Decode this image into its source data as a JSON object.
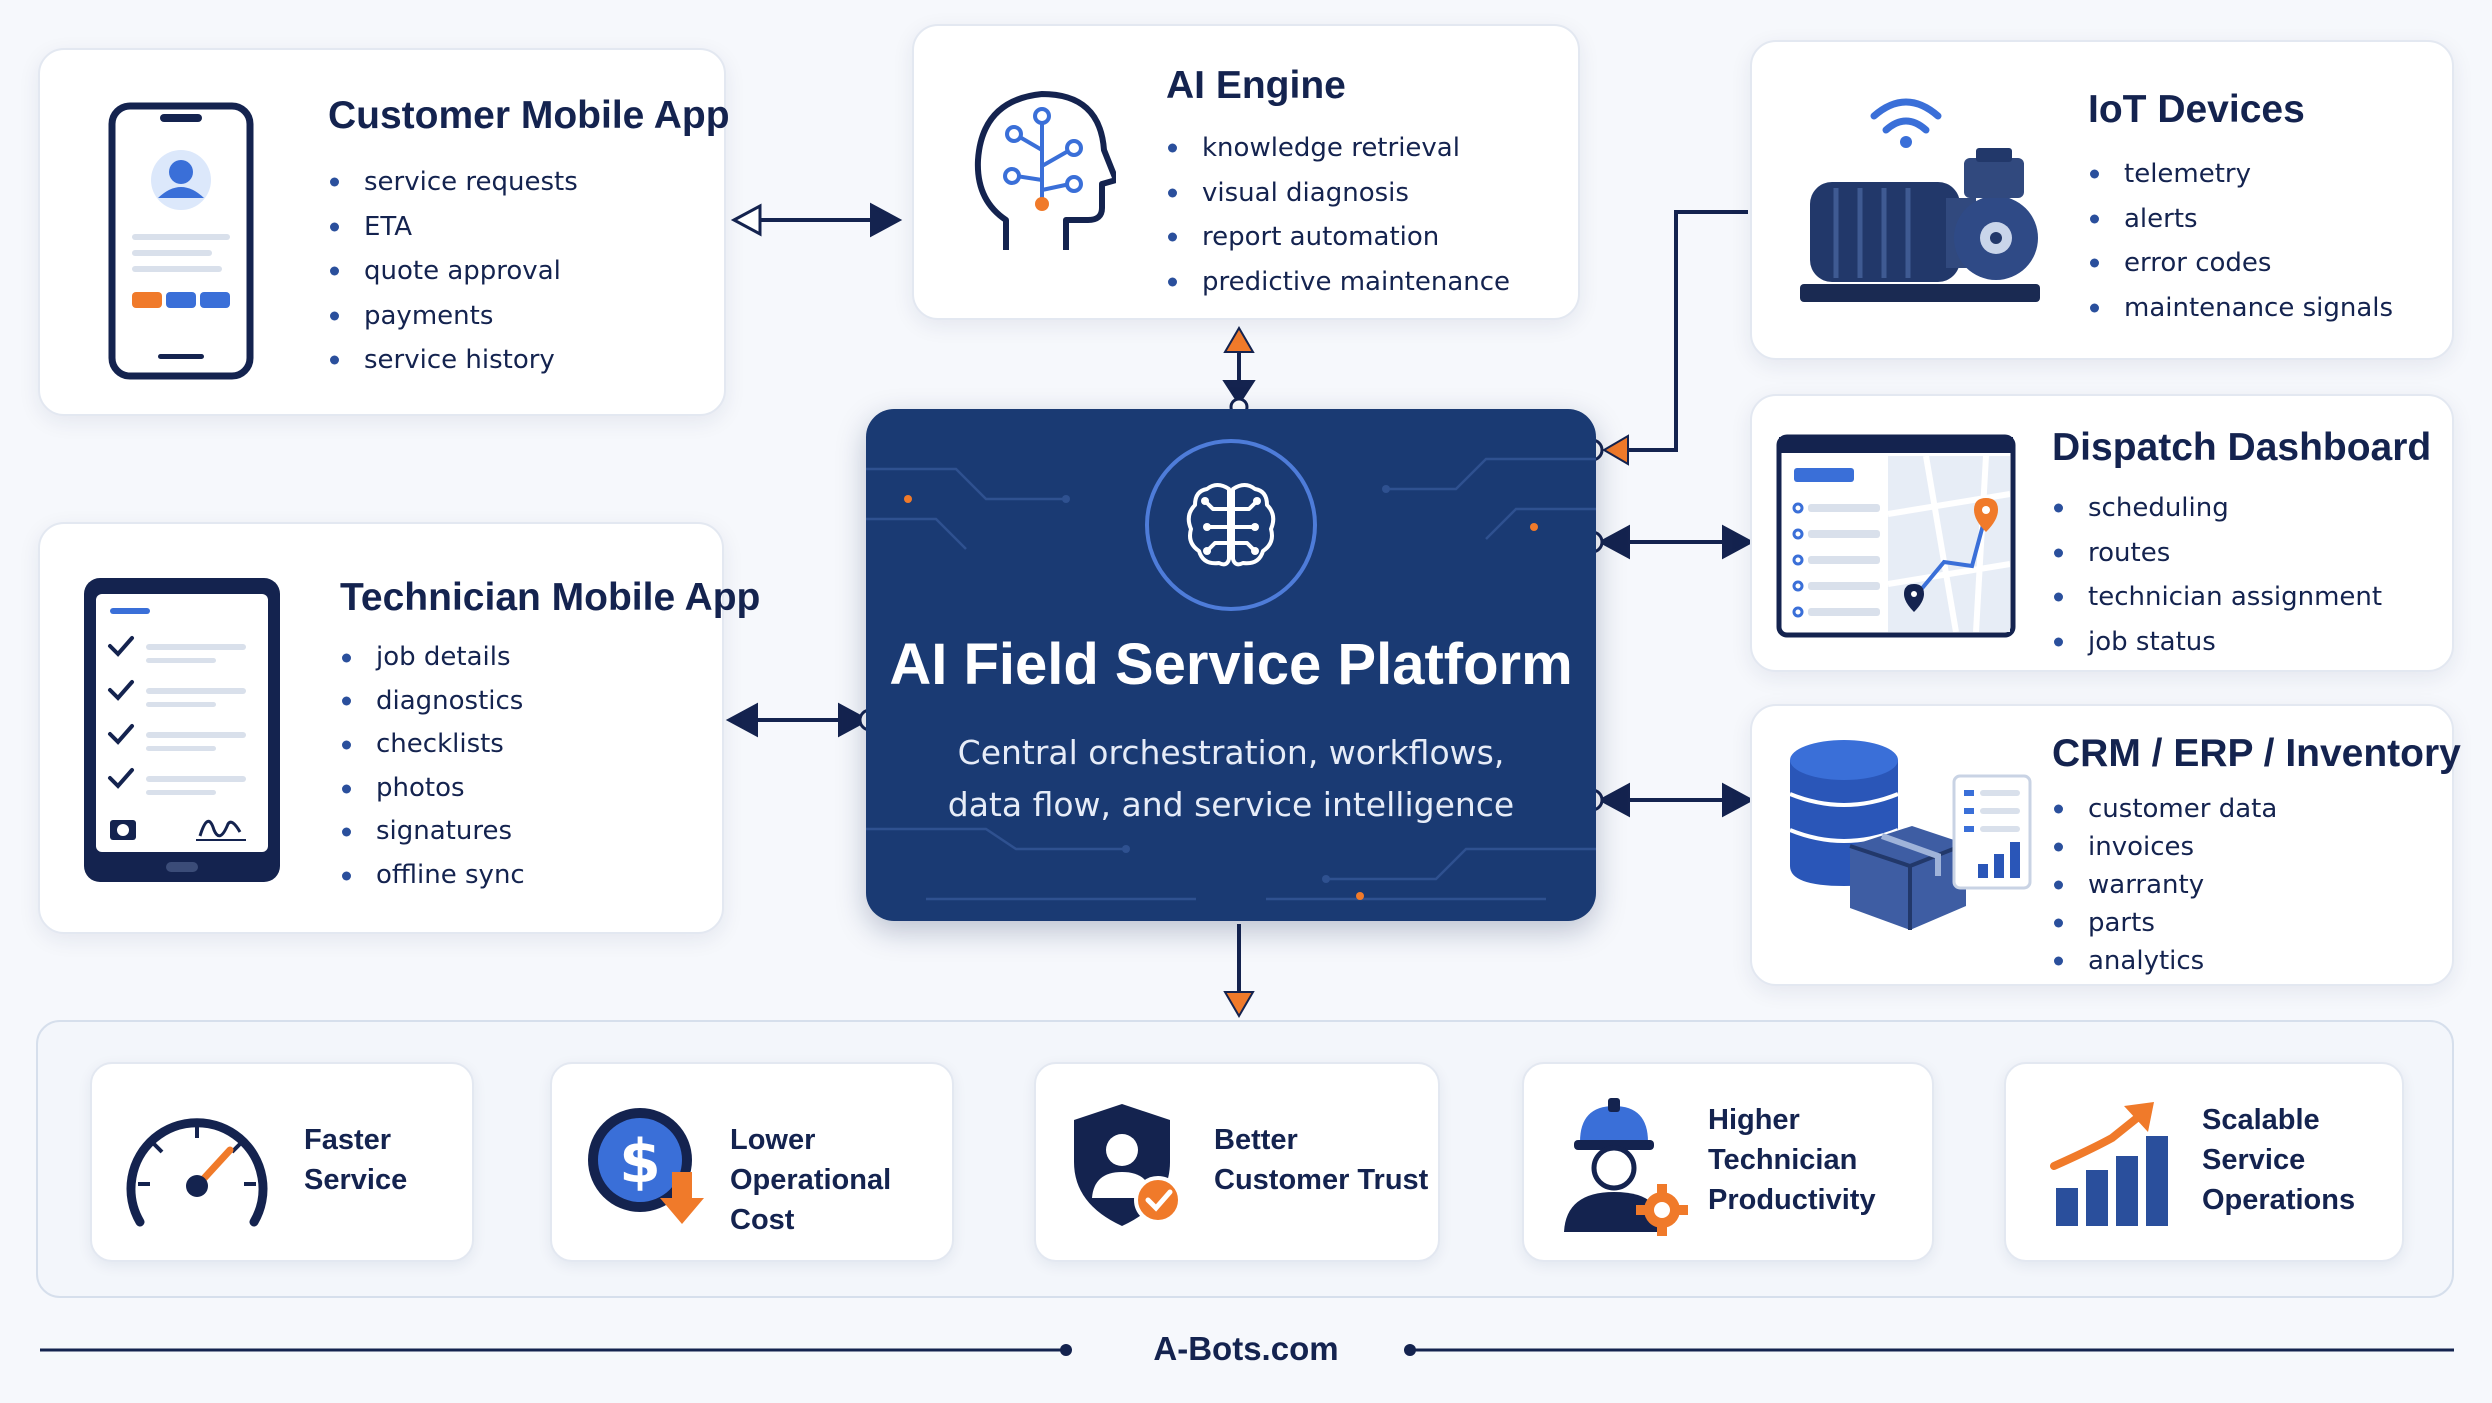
{
  "customer_app": {
    "title": "Customer Mobile App",
    "items": [
      "service requests",
      "ETA",
      "quote approval",
      "payments",
      "service history"
    ]
  },
  "ai_engine": {
    "title": "AI Engine",
    "items": [
      "knowledge retrieval",
      "visual diagnosis",
      "report automation",
      "predictive maintenance"
    ]
  },
  "iot_devices": {
    "title": "IoT Devices",
    "items": [
      "telemetry",
      "alerts",
      "error codes",
      "maintenance signals"
    ]
  },
  "technician_app": {
    "title": "Technician Mobile App",
    "items": [
      "job details",
      "diagnostics",
      "checklists",
      "photos",
      "signatures",
      "offline sync"
    ]
  },
  "dispatch_dashboard": {
    "title": "Dispatch Dashboard",
    "items": [
      "scheduling",
      "routes",
      "technician assignment",
      "job status"
    ]
  },
  "crm_erp": {
    "title": "CRM / ERP / Inventory",
    "items": [
      "customer data",
      "invoices",
      "warranty",
      "parts",
      "analytics"
    ]
  },
  "platform": {
    "title": "AI Field Service Platform",
    "subtitle_line1": "Central orchestration, workflows,",
    "subtitle_line2": "data flow, and service intelligence"
  },
  "benefits": [
    {
      "label": "Faster\nService",
      "icon": "speedometer-icon"
    },
    {
      "label": "Lower\nOperational Cost",
      "icon": "dollar-down-icon"
    },
    {
      "label": "Better\nCustomer Trust",
      "icon": "shield-user-icon"
    },
    {
      "label": "Higher\nTechnician\nProductivity",
      "icon": "technician-gear-icon"
    },
    {
      "label": "Scalable\nService\nOperations",
      "icon": "growth-chart-icon"
    }
  ],
  "footer": {
    "brand": "A-Bots.com"
  },
  "colors": {
    "navy": "#1a3a73",
    "dark_text": "#14234f",
    "accent_orange": "#f07a2a",
    "accent_blue": "#3a6fd8"
  }
}
